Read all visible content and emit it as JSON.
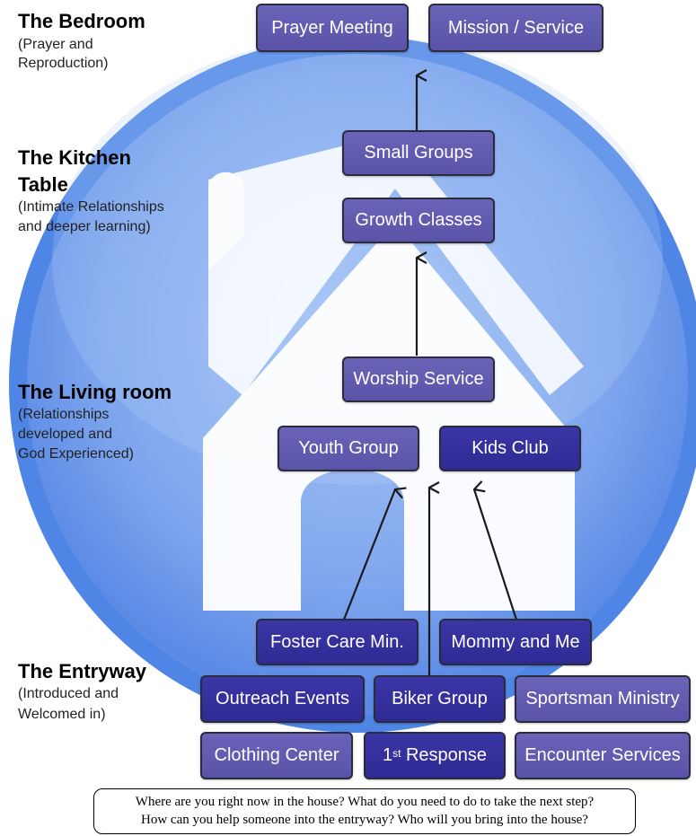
{
  "levels": {
    "bedroom": {
      "title": "The Bedroom",
      "sub": [
        "(Prayer and",
        "Reproduction)"
      ]
    },
    "kitchen": {
      "title_lines": [
        "The Kitchen",
        "Table"
      ],
      "sub": [
        "(Intimate Relationships",
        "and deeper learning)"
      ]
    },
    "living": {
      "title": "The Living room",
      "sub": [
        "(Relationships",
        "developed and",
        "God Experienced)"
      ]
    },
    "entryway": {
      "title": "The Entryway",
      "sub": [
        "(Introduced and",
        "Welcomed in)"
      ]
    }
  },
  "boxes": {
    "prayer_meeting": "Prayer Meeting",
    "mission_service": "Mission / Service",
    "small_groups": "Small Groups",
    "growth_classes": "Growth Classes",
    "worship_service": "Worship Service",
    "youth_group": "Youth Group",
    "kids_club": "Kids Club",
    "foster_care": "Foster Care Min.",
    "mommy_and_me": "Mommy and Me",
    "outreach_events": "Outreach Events",
    "biker_group": "Biker Group",
    "sportsman_ministry": "Sportsman Ministry",
    "clothing_center": "Clothing Center",
    "first_response_num": "1",
    "first_response_sup": "st",
    "first_response_text": " Response",
    "encounter_services": "Encounter Services"
  },
  "questions": [
    "Where are you right now in the house?  What do you need to do to take the next step?",
    "How can you help someone into the entryway?  Who will you bring into the house?"
  ],
  "colors": {
    "circle_outer": "#4f86e6",
    "circle_inner": "#8eb4f2",
    "box_light": "#5e58ac",
    "box_dark": "#332ea0"
  },
  "icons": {
    "background": "house-icon",
    "arrows": "arrow-up-icon"
  }
}
